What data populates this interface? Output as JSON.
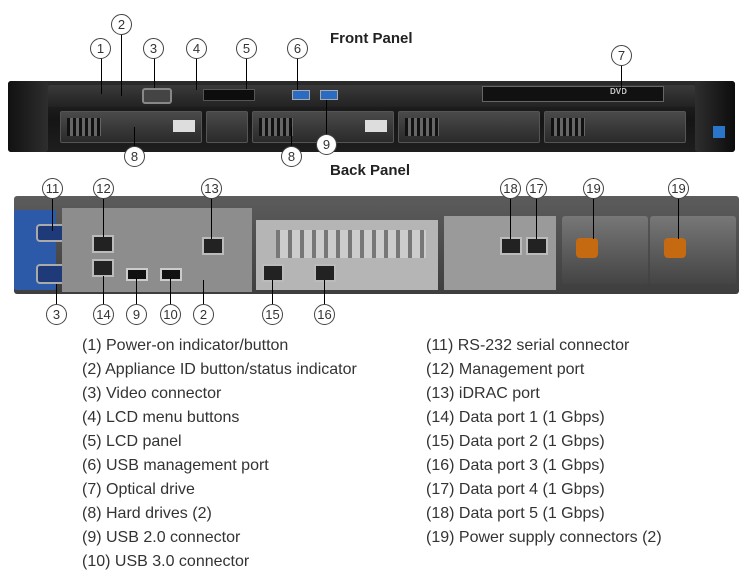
{
  "front_panel": {
    "title": "Front Panel",
    "dvd_text": "DVD"
  },
  "back_panel": {
    "title": "Back Panel"
  },
  "callouts": {
    "front": [
      "1",
      "2",
      "3",
      "4",
      "5",
      "6",
      "7",
      "8",
      "8",
      "9"
    ],
    "back": [
      "11",
      "12",
      "13",
      "18",
      "17",
      "19",
      "19",
      "3",
      "14",
      "9",
      "10",
      "2",
      "15",
      "16"
    ]
  },
  "legend_left": [
    "(1) Power-on indicator/button",
    "(2) Appliance ID button/status indicator",
    "(3) Video connector",
    "(4) LCD menu buttons",
    "(5) LCD panel",
    "(6) USB management port",
    "(7) Optical drive",
    "(8) Hard drives (2)",
    "(9) USB 2.0 connector",
    "(10) USB 3.0 connector"
  ],
  "legend_right": [
    "(11) RS-232 serial connector",
    "(12) Management port",
    "(13) iDRAC port",
    "(14) Data port 1 (1 Gbps)",
    "(15) Data port 2 (1 Gbps)",
    "(16) Data port 3 (1 Gbps)",
    "(17) Data port 4 (1 Gbps)",
    "(18) Data port 5 (1 Gbps)",
    "(19) Power supply connectors (2)"
  ],
  "colors": {
    "chassis_dark": "#1e1e1e",
    "connector_blue": "#2d5aa8",
    "psu_orange": "#c56a10"
  }
}
